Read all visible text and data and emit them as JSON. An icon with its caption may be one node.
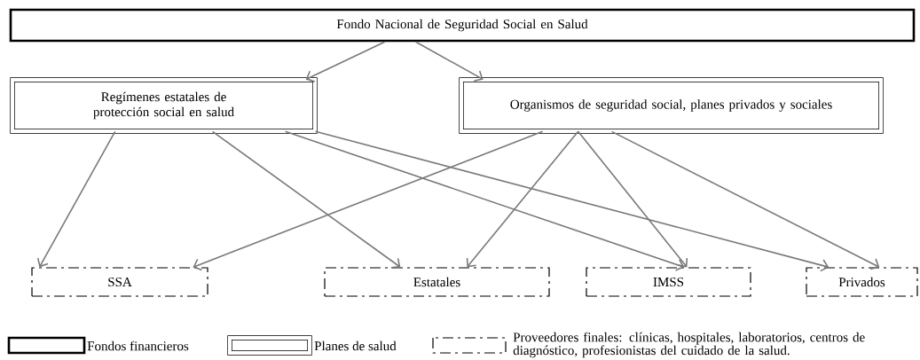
{
  "diagram": {
    "nodes": [
      {
        "text": [
          "Fondo Nacional de Seguridad Social en Salud"
        ]
      },
      {
        "text": [
          "Regímenes estatales de protección social en salud"
        ]
      },
      {
        "text": [
          "Organismos de seguridad social, planes privados y sociales"
        ]
      },
      {
        "text": [
          "SSA"
        ]
      },
      {
        "text": [
          "Estatales"
        ]
      },
      {
        "text": [
          "IMSS"
        ]
      },
      {
        "text": [
          "Privados"
        ]
      }
    ],
    "edges": [
      {
        "from": 0,
        "to": 1,
        "arrow": "to"
      },
      {
        "from": 0,
        "to": 2,
        "arrow": "to"
      },
      {
        "from": 1,
        "to": 3,
        "arrow": "to"
      },
      {
        "from": 1,
        "to": 4,
        "arrow": "to"
      },
      {
        "from": 1,
        "to": 5,
        "arrow": "to"
      },
      {
        "from": 1,
        "to": 6,
        "arrow": "to"
      },
      {
        "from": 2,
        "to": 3,
        "arrow": "to"
      },
      {
        "from": 2,
        "to": 4,
        "arrow": "to"
      },
      {
        "from": 2,
        "to": 5,
        "arrow": "to"
      },
      {
        "from": 2,
        "to": 6,
        "arrow": "to"
      }
    ],
    "legend": [
      {
        "text": "Fondos financieros"
      },
      {
        "text": "Planes de salud"
      },
      {
        "text": "Proveedores finales: clínicas, hospitales, laboratorios, centros de diagnóstico, profesionistas del cuidado de la salud."
      }
    ]
  }
}
